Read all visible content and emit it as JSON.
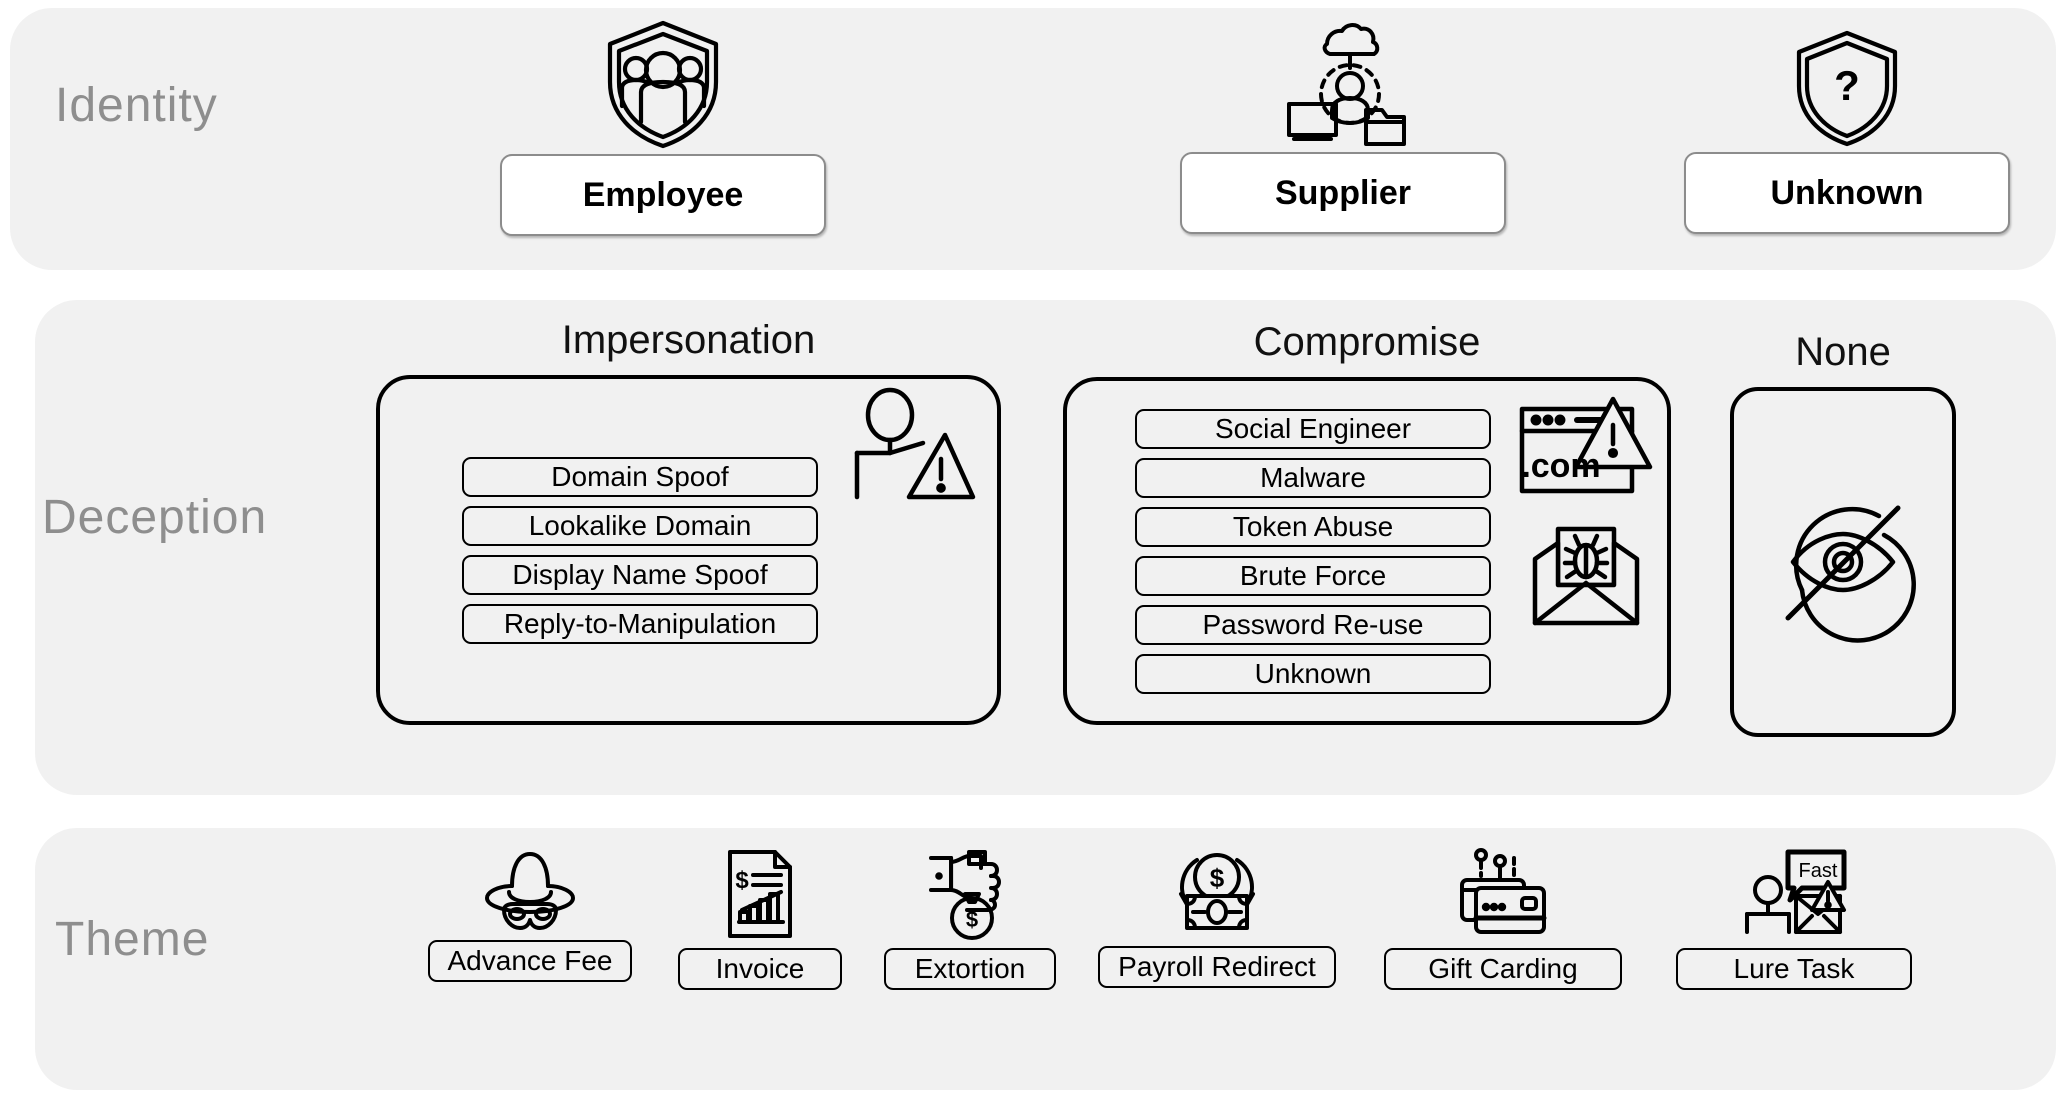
{
  "rows": {
    "identity": {
      "label": "Identity",
      "items": [
        {
          "label": "Employee",
          "icon": "shield-people-icon"
        },
        {
          "label": "Supplier",
          "icon": "cloud-user-network-icon"
        },
        {
          "label": "Unknown",
          "icon": "shield-question-icon"
        }
      ]
    },
    "deception": {
      "label": "Deception",
      "groups": [
        {
          "title": "Impersonation",
          "items": [
            "Domain Spoof",
            "Lookalike Domain",
            "Display Name Spoof",
            "Reply-to-Manipulation"
          ],
          "icons": [
            "person-warning-icon"
          ]
        },
        {
          "title": "Compromise",
          "items": [
            "Social Engineer",
            "Malware",
            "Token Abuse",
            "Brute Force",
            "Password Re-use",
            "Unknown"
          ],
          "icons": [
            "browser-dotcom-warning-icon",
            "envelope-bug-icon"
          ]
        },
        {
          "title": "None",
          "items": [],
          "icons": [
            "eye-slash-icon"
          ]
        }
      ]
    },
    "theme": {
      "label": "Theme",
      "items": [
        {
          "label": "Advance Fee",
          "icon": "spy-hat-mask-icon"
        },
        {
          "label": "Invoice",
          "icon": "invoice-document-icon"
        },
        {
          "label": "Extortion",
          "icon": "fist-money-bag-icon"
        },
        {
          "label": "Payroll Redirect",
          "icon": "money-recycle-icon"
        },
        {
          "label": "Gift Carding",
          "icon": "gift-cards-icon"
        },
        {
          "label": "Lure Task",
          "icon": "person-fast-email-icon"
        }
      ]
    }
  },
  "annotations": {
    "dotcom_text": ".com",
    "fast_bubble_text": "Fast",
    "question_mark": "?"
  },
  "colors": {
    "band_background": "#f1f1f1",
    "page_background": "#ffffff",
    "stroke": "#000000",
    "row_label": "#8e8e8e",
    "pill_border": "#8c8c8c",
    "pill_fill": "#ffffff"
  }
}
